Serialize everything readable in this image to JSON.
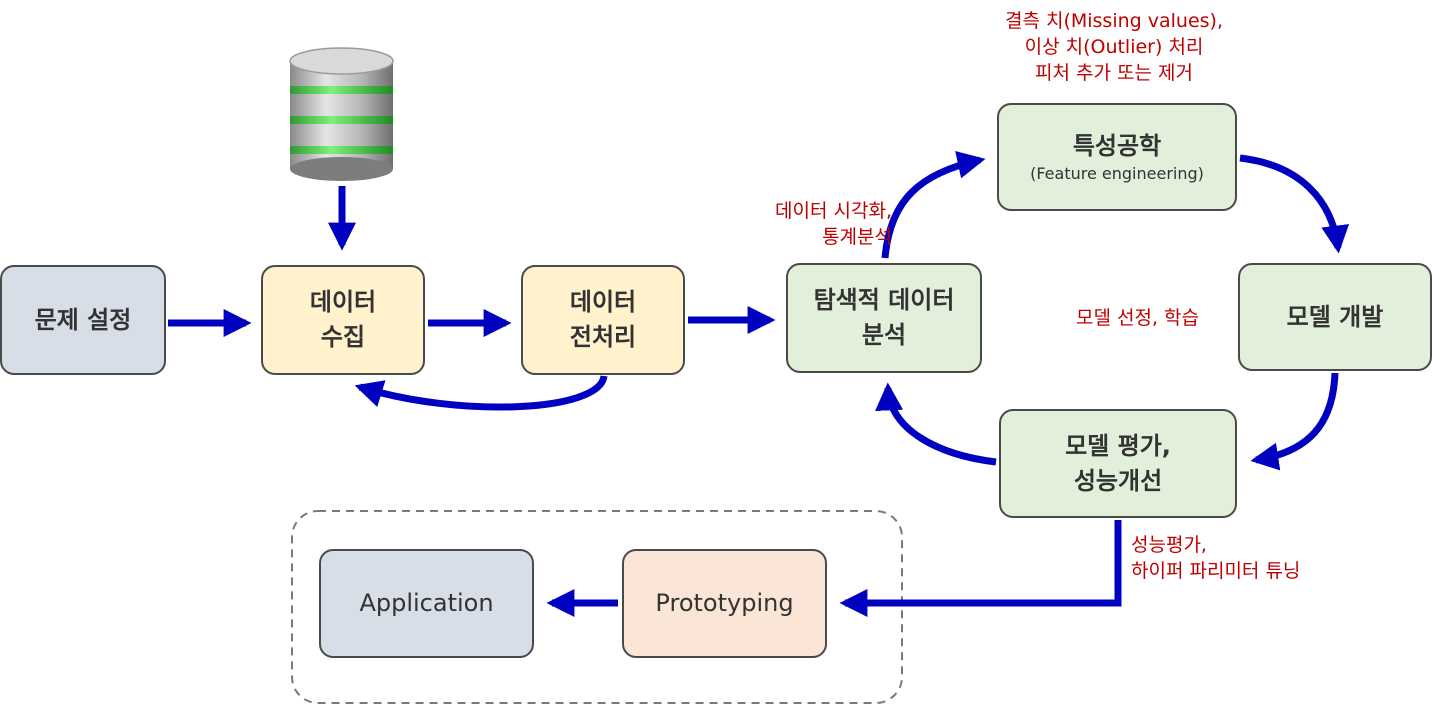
{
  "nodes": {
    "problem": {
      "lines": [
        "문제 설정"
      ]
    },
    "collect": {
      "lines": [
        "데이터",
        "수집"
      ]
    },
    "preprocess": {
      "lines": [
        "데이터",
        "전처리"
      ]
    },
    "eda": {
      "lines": [
        "탐색적 데이터",
        "분석"
      ]
    },
    "feature": {
      "title": "특성공학",
      "subtitle": "(Feature engineering)"
    },
    "model_dev": {
      "lines": [
        "모델 개발"
      ]
    },
    "evaluate": {
      "lines": [
        "모델 평가,",
        "성능개선"
      ]
    },
    "prototyping": {
      "lines": [
        "Prototyping"
      ]
    },
    "application": {
      "lines": [
        "Application"
      ]
    }
  },
  "annotations": {
    "feature_note": [
      "결측 치(Missing values),",
      "이상 치(Outlier) 처리",
      "피처 추가 또는 제거"
    ],
    "eda_note": [
      "데이터 시각화,",
      "통계분석"
    ],
    "model_note": [
      "모델 선정, 학습"
    ],
    "eval_note": [
      "성능평가,",
      "하이퍼 파리미터 튜닝"
    ]
  },
  "colors": {
    "arrow": "#0000c0",
    "note_text": "#c00000",
    "gray_box": "#d7dee8",
    "yellow_box": "#fff2cc",
    "green_box": "#e2efda",
    "peach_box": "#fbe5d6"
  },
  "icons": [
    "database-icon"
  ]
}
